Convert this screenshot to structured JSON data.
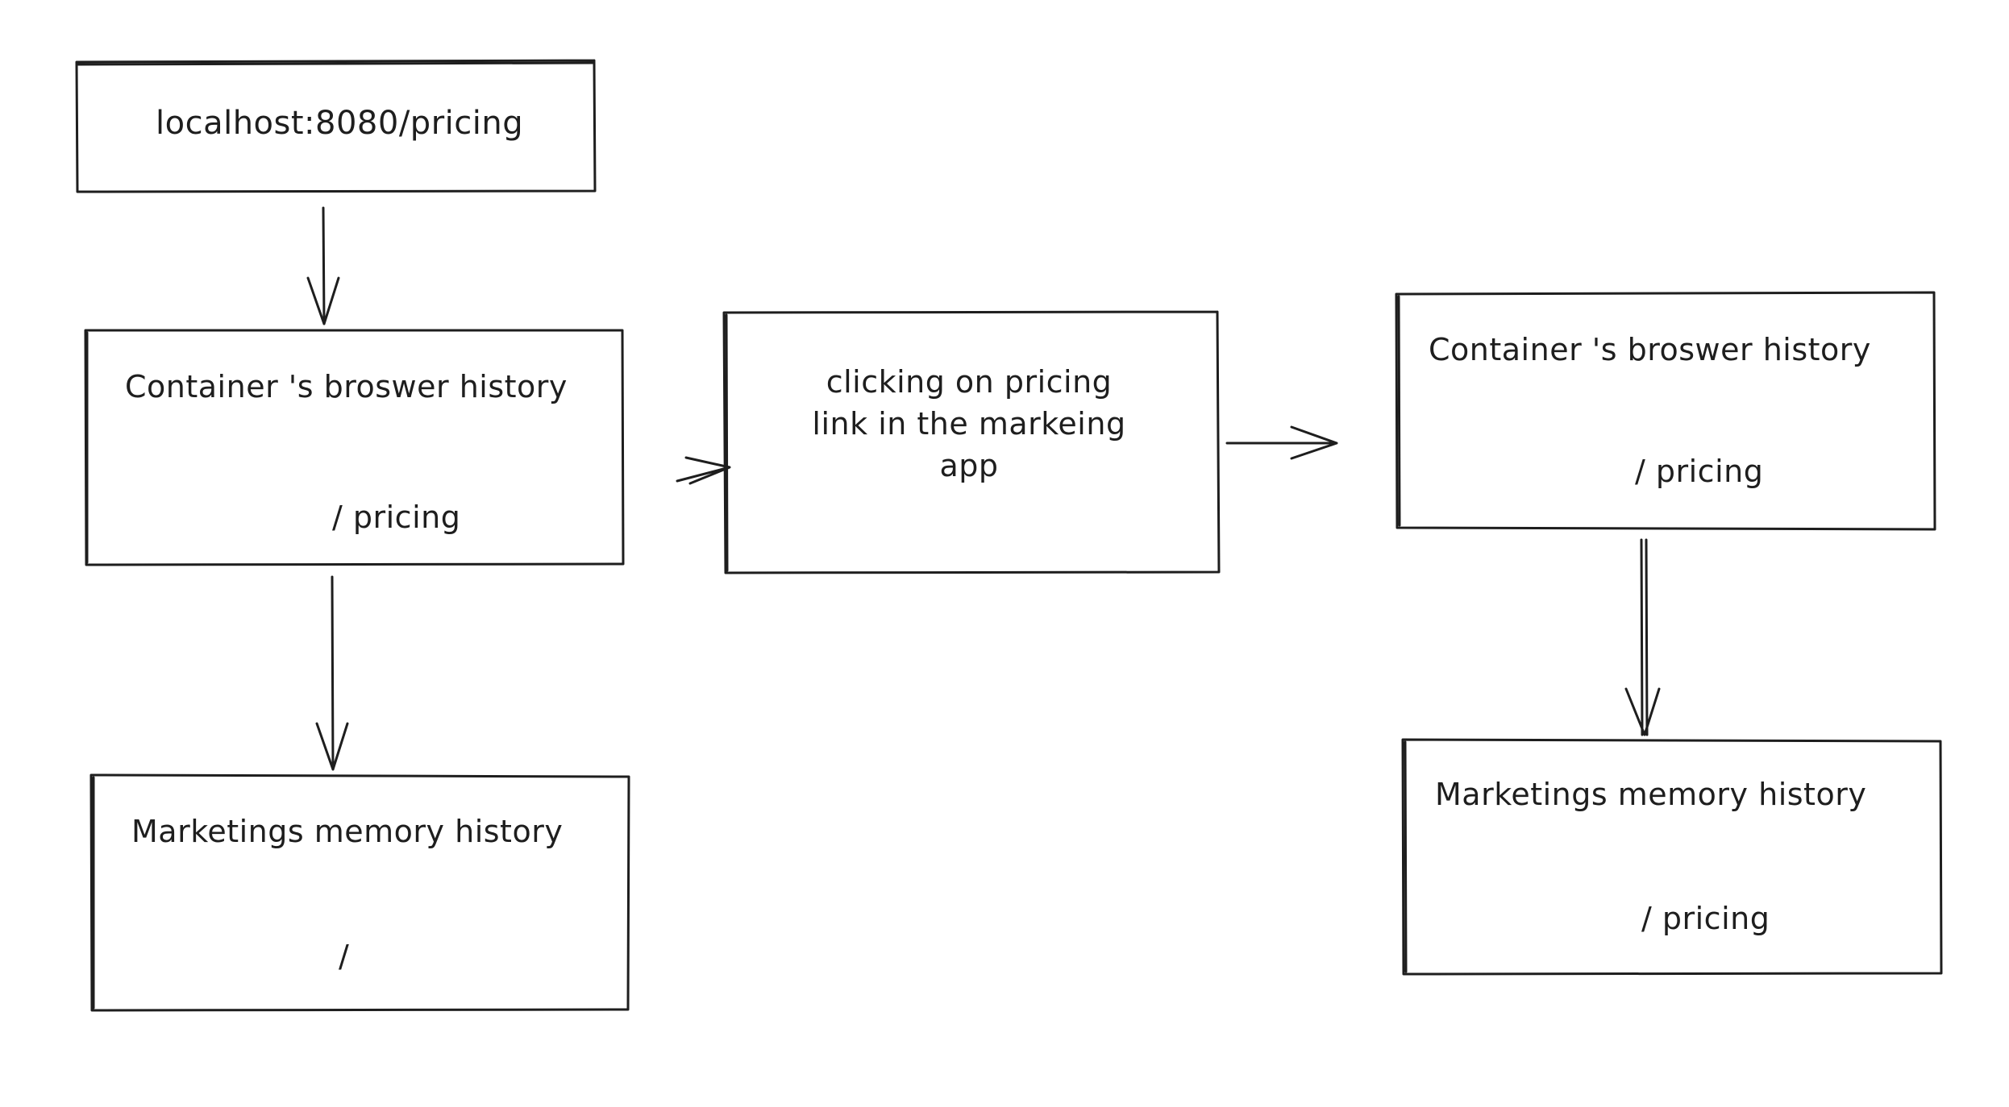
{
  "diagram": {
    "url_box": {
      "text": "localhost:8080/pricing"
    },
    "left_container": {
      "title": "Container 's broswer history",
      "path": "/ pricing"
    },
    "left_memory": {
      "title": "Marketings memory history",
      "path": "/"
    },
    "middle_action": {
      "line1": "clicking on pricing",
      "line2": "link in the markeing",
      "line3": "app"
    },
    "right_container": {
      "title": "Container 's broswer history",
      "path": "/ pricing"
    },
    "right_memory": {
      "title": "Marketings memory history",
      "path": "/ pricing"
    }
  },
  "colors": {
    "stroke": "#1e1e1e",
    "background": "#ffffff"
  }
}
